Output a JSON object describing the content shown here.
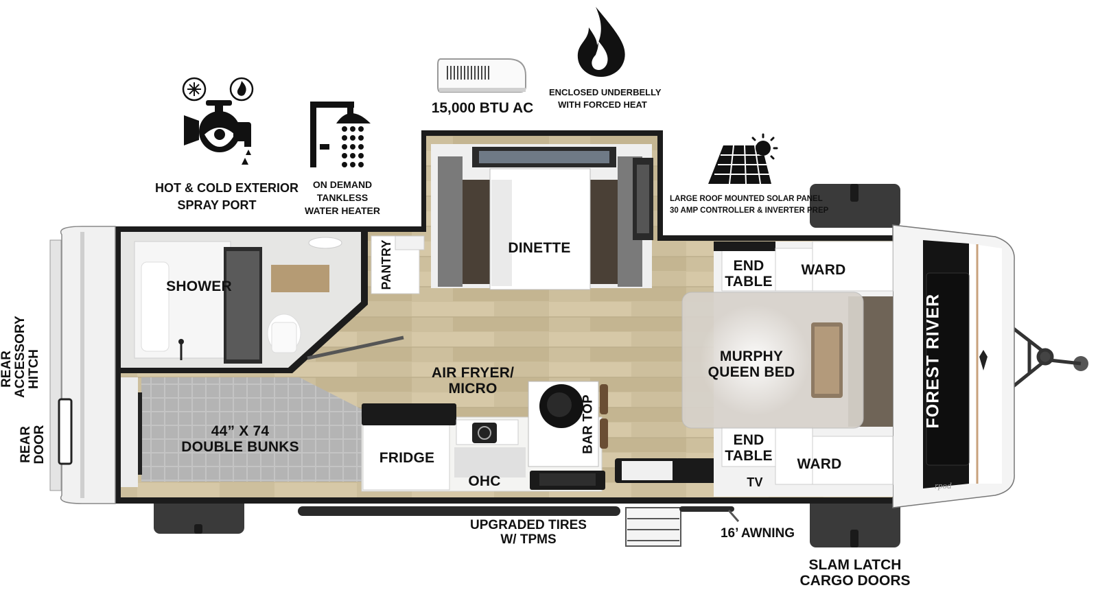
{
  "features": {
    "spray_port": [
      "HOT & COLD EXTERIOR",
      "SPRAY PORT"
    ],
    "water_heater": [
      "ON DEMAND",
      "TANKLESS",
      "WATER HEATER"
    ],
    "ac": "15,000 BTU AC",
    "underbelly": [
      "ENCLOSED UNDERBELLY",
      "WITH FORCED HEAT"
    ],
    "solar": [
      "LARGE ROOF MOUNTED SOLAR PANEL",
      "30 AMP CONTROLLER & INVERTER PREP"
    ],
    "tires": [
      "UPGRADED TIRES",
      "W/ TPMS"
    ],
    "awning": "16’ AWNING",
    "cargo": [
      "SLAM LATCH",
      "CARGO DOORS"
    ],
    "rear_hitch": [
      "REAR",
      "ACCESSORY",
      "HITCH"
    ],
    "rear_door": [
      "REAR",
      "DOOR"
    ]
  },
  "rooms": {
    "shower": "SHOWER",
    "pantry": "PANTRY",
    "dinette": "DINETTE",
    "end_table_top": [
      "END",
      "TABLE"
    ],
    "ward_top": "WARD",
    "bed": [
      "MURPHY",
      "QUEEN BED"
    ],
    "air_fryer": [
      "AIR FRYER/",
      "MICRO"
    ],
    "bar_top": "BAR TOP",
    "bunks": [
      "44” X 74",
      "DOUBLE BUNKS"
    ],
    "fridge": "FRIDGE",
    "ohc": "OHC",
    "end_table_bottom": [
      "END",
      "TABLE"
    ],
    "ward_bottom": "WARD",
    "tv": "TV"
  },
  "brand": {
    "name": "FOREST RIVER",
    "model": "rpod"
  },
  "colors": {
    "wall": "#1c1c1c",
    "floor": "#cfc09e",
    "floor_dark": "#a89a7a",
    "cabinet": "#f4f4f2",
    "tile": "#bdbdbd",
    "front_cap": "#111111",
    "tire": "#3a3a3a"
  },
  "icons": [
    "snowflake-icon",
    "flame-icon",
    "valve-icon",
    "shower-head-icon",
    "ac-unit-icon",
    "fire-icon",
    "solar-panel-icon",
    "sun-icon"
  ]
}
